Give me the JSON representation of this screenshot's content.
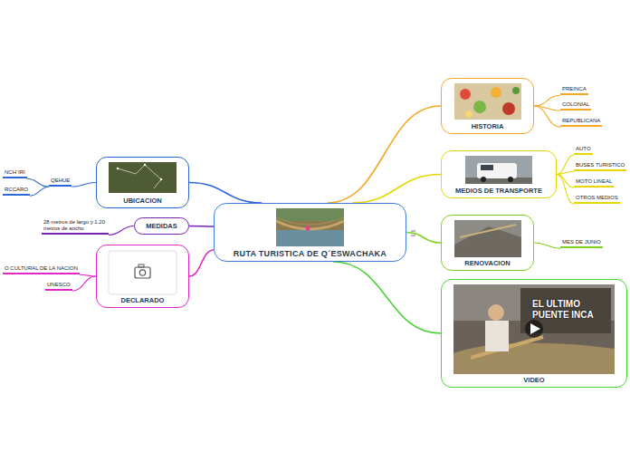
{
  "diagram": {
    "nodes": [
      {
        "text": [
          "RUTA TURISTICA DE Q´ESWACHAKA"
        ]
      },
      {
        "text": [
          "HISTORIA"
        ]
      },
      {
        "text": [
          "PREINCA"
        ]
      },
      {
        "text": [
          "COLONIAL"
        ]
      },
      {
        "text": [
          "REPUBLICANA"
        ]
      },
      {
        "text": [
          "MEDIOS DE TRANSPORTE"
        ]
      },
      {
        "text": [
          "AUTO"
        ]
      },
      {
        "text": [
          "BUSES TURISTICO"
        ]
      },
      {
        "text": [
          "MOTO LINEAL"
        ]
      },
      {
        "text": [
          "OTROS MEDIOS"
        ]
      },
      {
        "text": [
          "RENOVACION"
        ]
      },
      {
        "text": [
          "MES DE JUNIO"
        ]
      },
      {
        "text": [
          "VIDEO"
        ]
      },
      {
        "text": [
          "UBICACION"
        ]
      },
      {
        "text": [
          "QEHUE"
        ]
      },
      {
        "text": [
          "NCH´IRI"
        ]
      },
      {
        "text": [
          "RCCARO"
        ]
      },
      {
        "text": [
          "MEDIDAS"
        ]
      },
      {
        "text": [
          "28 metros de largo y 1.20 metros de ancho"
        ]
      },
      {
        "text": [
          "DECLARADO"
        ]
      },
      {
        "text": [
          "O CULTURAL DE LA NACION"
        ]
      },
      {
        "text": [
          "UNESCO"
        ]
      }
    ],
    "edges": [
      {
        "from": 0,
        "to": 1,
        "arrow": "none"
      },
      {
        "from": 1,
        "to": 2,
        "arrow": "none"
      },
      {
        "from": 1,
        "to": 3,
        "arrow": "none"
      },
      {
        "from": 1,
        "to": 4,
        "arrow": "none"
      },
      {
        "from": 0,
        "to": 5,
        "arrow": "none"
      },
      {
        "from": 5,
        "to": 6,
        "arrow": "none"
      },
      {
        "from": 5,
        "to": 7,
        "arrow": "none"
      },
      {
        "from": 5,
        "to": 8,
        "arrow": "none"
      },
      {
        "from": 5,
        "to": 9,
        "arrow": "none"
      },
      {
        "from": 0,
        "to": 10,
        "arrow": "none"
      },
      {
        "from": 10,
        "to": 11,
        "arrow": "none"
      },
      {
        "from": 0,
        "to": 12,
        "arrow": "none"
      },
      {
        "from": 0,
        "to": 13,
        "arrow": "none"
      },
      {
        "from": 13,
        "to": 14,
        "arrow": "none"
      },
      {
        "from": 14,
        "to": 15,
        "arrow": "none"
      },
      {
        "from": 14,
        "to": 16,
        "arrow": "none"
      },
      {
        "from": 0,
        "to": 17,
        "arrow": "none"
      },
      {
        "from": 17,
        "to": 18,
        "arrow": "none"
      },
      {
        "from": 0,
        "to": 19,
        "arrow": "none"
      },
      {
        "from": 19,
        "to": 20,
        "arrow": "none"
      },
      {
        "from": 19,
        "to": 21,
        "arrow": "none"
      }
    ],
    "labels": [
      "EL ULTIMO PUENTE INCA"
    ]
  }
}
